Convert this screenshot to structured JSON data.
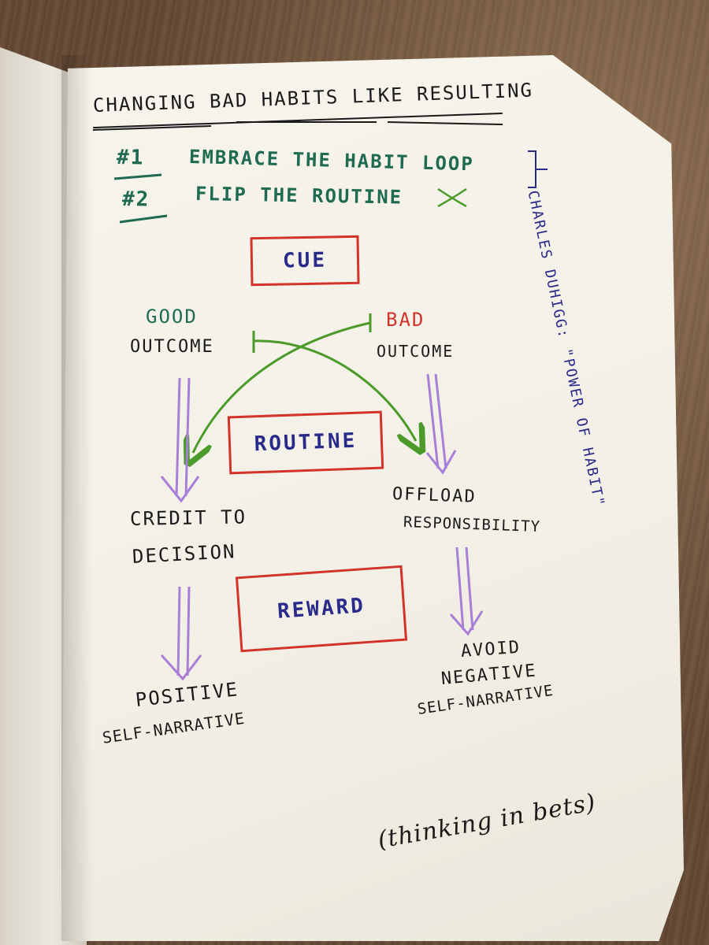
{
  "title": "CHANGING BAD HABITS LIKE RESULTING",
  "steps": [
    {
      "num": "#1",
      "text": "EMBRACE THE HABIT LOOP"
    },
    {
      "num": "#2",
      "text": "FLIP THE ROUTINE"
    }
  ],
  "side_note": "CHARLES DUHIGG: \"POWER OF HABIT\"",
  "diagram": {
    "cue": "CUE",
    "routine": "ROUTINE",
    "reward": "REWARD",
    "good": "GOOD",
    "good_outcome": "OUTCOME",
    "bad": "BAD",
    "bad_outcome": "OUTCOME",
    "left_mid": [
      "CREDIT TO",
      "DECISION"
    ],
    "right_mid": [
      "OFFLOAD",
      "RESPONSIBILITY"
    ],
    "left_end": [
      "POSITIVE",
      "SELF-NARRATIVE"
    ],
    "right_end": [
      "AVOID",
      "NEGATIVE",
      "SELF-NARRATIVE"
    ]
  },
  "footer": "(thinking in bets)",
  "colors": {
    "green": "#1f6b52",
    "red": "#d2342a",
    "blue": "#2a2a8a",
    "purple": "#a77fd6",
    "arrow_green": "#4c9a2a",
    "ink": "#1a1a1a"
  }
}
